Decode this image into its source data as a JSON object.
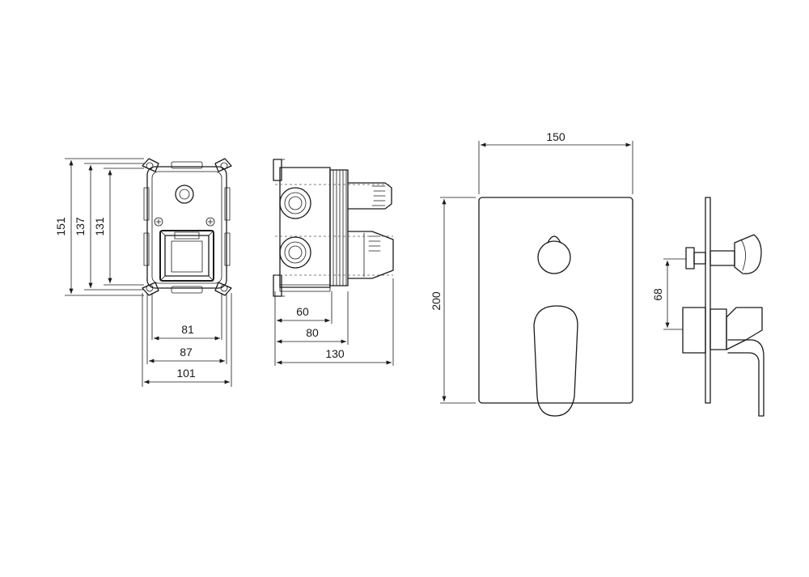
{
  "dimensions": {
    "box_front": {
      "height_outer": "151",
      "height_mid": "137",
      "height_inner": "131",
      "width_inner": "81",
      "width_mid": "87",
      "width_outer": "101"
    },
    "box_side": {
      "depth_min": "60",
      "depth_mid": "80",
      "depth_max": "130"
    },
    "cover_plate": {
      "width": "150",
      "height": "200"
    },
    "side_profile": {
      "spacing": "68"
    }
  },
  "colors": {
    "line": "#1a1a1a",
    "background": "#ffffff"
  }
}
